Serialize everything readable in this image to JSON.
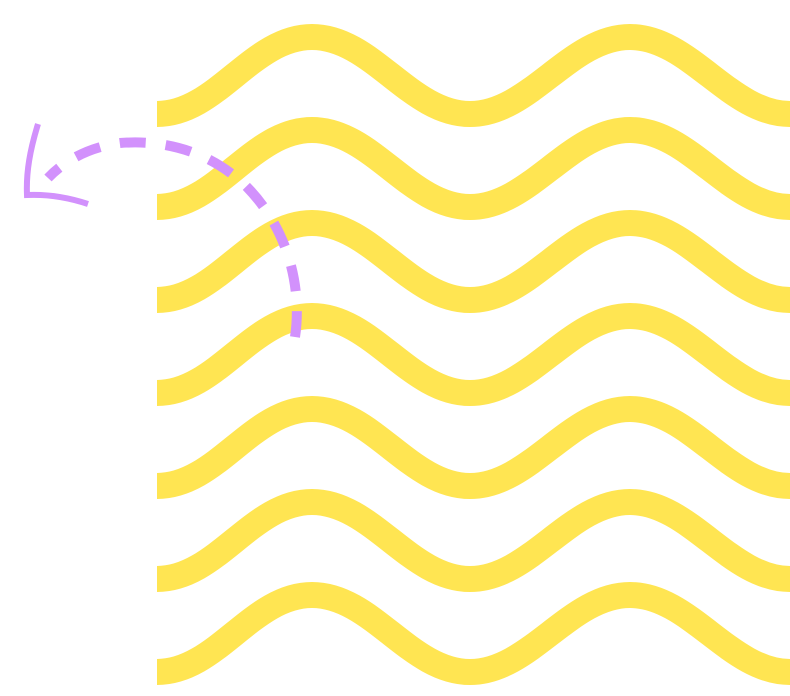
{
  "colors": {
    "wave": "#ffe552",
    "arrow": "#d291fc",
    "background": "#ffffff"
  },
  "illustration": {
    "wave_count": 7,
    "arrow_style": "dashed",
    "arrow_direction": "left"
  }
}
